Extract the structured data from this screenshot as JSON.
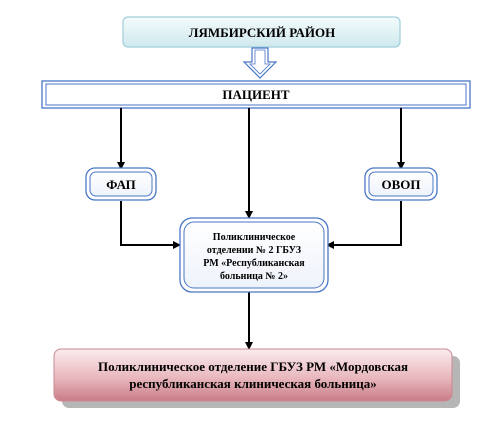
{
  "diagram": {
    "district": "ЛЯМБИРСКИЙ РАЙОН",
    "patient": "ПАЦИЕНТ",
    "fap": "ФАП",
    "ovop": "ОВОП",
    "clinic_lines": [
      "Поликлиническое",
      "отделении № 2 ГБУЗ",
      "РМ «Республиканская",
      "больница № 2»"
    ],
    "hospital_lines": [
      "Поликлиническое отделение ГБУЗ РМ «Мордовская",
      "республиканская клиническая больница»"
    ]
  },
  "colors": {
    "district_fill": "#e3f3f6",
    "box_border": "#4a76c7",
    "hospital_fill_top": "#f7e6e8",
    "hospital_fill_bottom": "#d08a93",
    "line": "#000000"
  }
}
